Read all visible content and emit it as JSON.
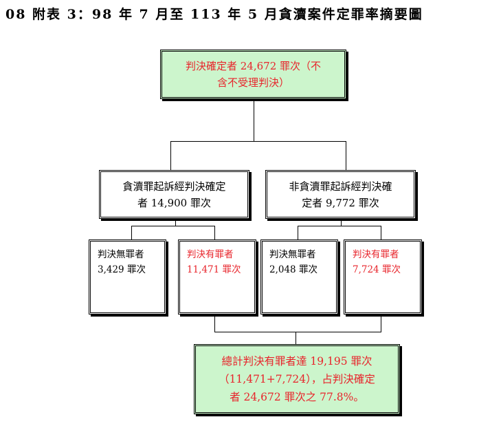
{
  "title": "08 附表 3：98 年 7 月至 113 年 5 月貪瀆案件定罪率摘要圖",
  "nodes": {
    "root": {
      "line1": "判決確定者 24,672 罪次（不",
      "line2": "含不受理判決）"
    },
    "corruption": {
      "line1": "貪瀆罪起訴經判決確定",
      "line2": "者 14,900 罪次"
    },
    "non_corruption": {
      "line1": "非貪瀆罪起訴經判決確",
      "line2": "定者 9,772 罪次"
    },
    "corruption_acquitted": {
      "line1": "判決無罪者",
      "line2": "3,429 罪次"
    },
    "corruption_convicted": {
      "line1": "判決有罪者",
      "line2": "11,471 罪次"
    },
    "non_corruption_acquitted": {
      "line1": "判決無罪者",
      "line2": "2,048 罪次"
    },
    "non_corruption_convicted": {
      "line1": "判決有罪者",
      "line2": "7,724 罪次"
    },
    "total": {
      "line1": "總計判決有罪者達 19,195 罪次",
      "line2": "（11,471+7,724），占判決確定",
      "line3": "者 24,672 罪次之 77.8%。"
    }
  },
  "colors": {
    "highlight_fill": "#ccf5cc",
    "convicted_text": "#e8242b"
  }
}
